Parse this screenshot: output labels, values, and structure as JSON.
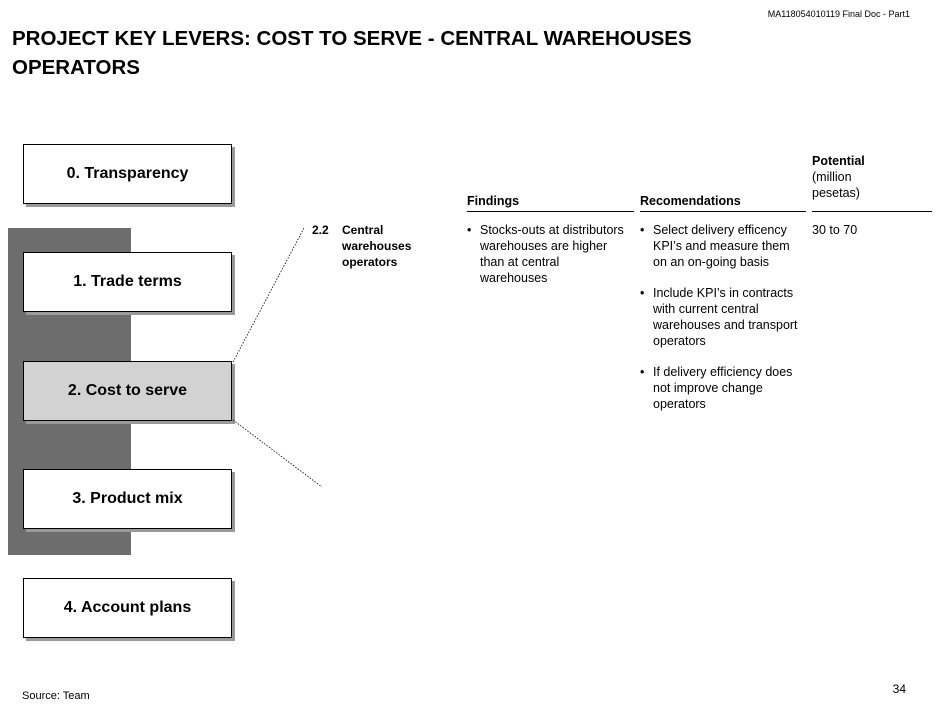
{
  "header": {
    "doc_id": "MA118054010119 Final Doc - Part1",
    "title_line1": "PROJECT KEY LEVERS: COST TO SERVE - CENTRAL WAREHOUSES",
    "title_line2": "OPERATORS"
  },
  "levers": [
    {
      "label": "0. Transparency"
    },
    {
      "label": "1. Trade terms"
    },
    {
      "label": "2. Cost to serve",
      "active": true
    },
    {
      "label": "3. Product mix"
    },
    {
      "label": "4. Account plans"
    }
  ],
  "selected_lever": {
    "number": "2.2",
    "line1": "Central",
    "line2": "warehouses",
    "line3": "operators"
  },
  "columns": {
    "findings": {
      "heading": "Findings",
      "items": [
        "Stocks-outs at distributors warehouses are higher than at central warehouses"
      ]
    },
    "recommendations": {
      "heading": "Recomendations",
      "items": [
        "Select delivery efficency KPI’s and measure them on an on-going basis",
        "Include KPI’s in contracts with current central warehouses and transport operators",
        "If delivery efficiency does not improve change operators"
      ]
    },
    "potential": {
      "heading": "Potential",
      "subheading_line1": "(million",
      "subheading_line2": "pesetas)",
      "value": "30 to 70"
    }
  },
  "footer": {
    "source": "Source: Team",
    "page_number": "34"
  },
  "colors": {
    "band": "#6d6d6d",
    "active_lever": "#d2d2d2",
    "shadow": "#9a9a9a"
  }
}
